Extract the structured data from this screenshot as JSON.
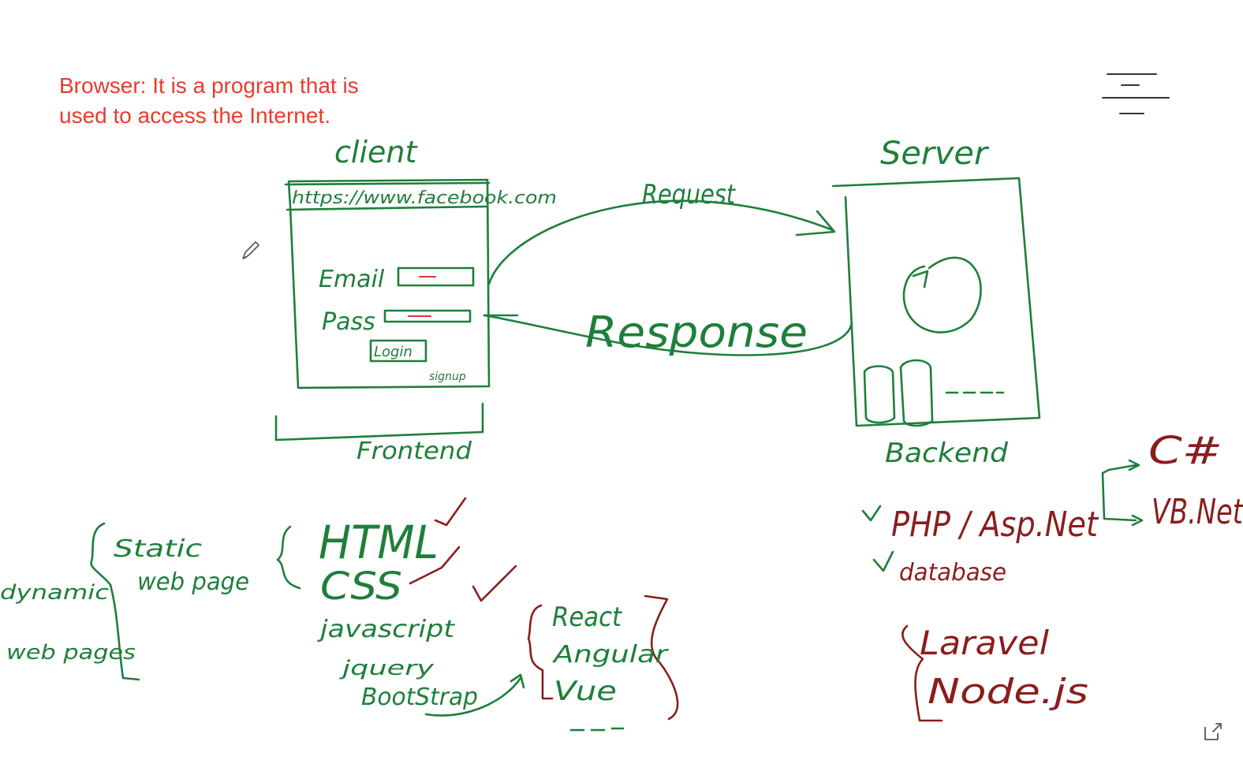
{
  "note": {
    "line1": "Browser: It is a program that is",
    "line2": "used to access the Internet."
  },
  "client": {
    "title": "client",
    "url": "https://www.facebook.com",
    "email_label": "Email",
    "pass_label": "Pass",
    "login_label": "Login",
    "signup_label": "signup",
    "bracket_label": "Frontend"
  },
  "arrows": {
    "request": "Request",
    "response": "Response"
  },
  "server": {
    "title": "Server",
    "bracket_label": "Backend"
  },
  "frontend_notes": {
    "dynamic": "dynamic",
    "web_pages": "web pages",
    "static": "Static",
    "web_page": "web page",
    "html": "HTML",
    "css": "CSS",
    "javascript": "javascript",
    "jquery": "jquery",
    "bootstrap": "BootStrap",
    "react": "React",
    "angular": "Angular",
    "vue": "Vue",
    "more": "- - -"
  },
  "backend_notes": {
    "php_asp": "PHP / Asp.Net",
    "csharp": "C#",
    "vbnet": "VB.Net",
    "database": "database",
    "laravel": "Laravel",
    "nodejs": "Node.js"
  },
  "colors": {
    "ink_green": "#1e7f3a",
    "ink_red": "#8b1d1d",
    "note_red": "#ea3b2c",
    "accent_red": "#e03030",
    "icon_gray": "#555555"
  },
  "icons": {
    "menu": "menu-icon",
    "expand": "expand-icon",
    "pencil": "pencil-icon"
  }
}
